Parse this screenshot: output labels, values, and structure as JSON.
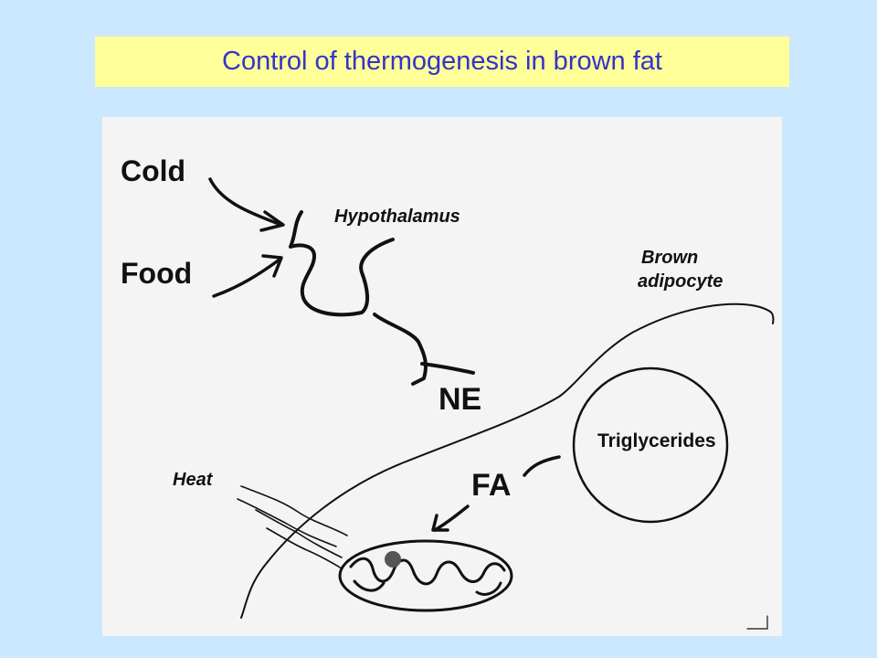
{
  "slide": {
    "title": "Control of thermogenesis in brown fat"
  },
  "diagram": {
    "labels": {
      "cold": "Cold",
      "food": "Food",
      "hypothalamus": "Hypothalamus",
      "ne": "NE",
      "brown": "Brown",
      "adipocyte": "adipocyte",
      "triglycerides": "Triglycerides",
      "fa": "FA",
      "heat": "Heat"
    },
    "colors": {
      "background": "#cce8ff",
      "title_box": "#ffff99",
      "title_text": "#3333cc",
      "paper": "#f4f4f4",
      "ink": "#111111",
      "mitochondrion_spot": "#555555"
    }
  }
}
